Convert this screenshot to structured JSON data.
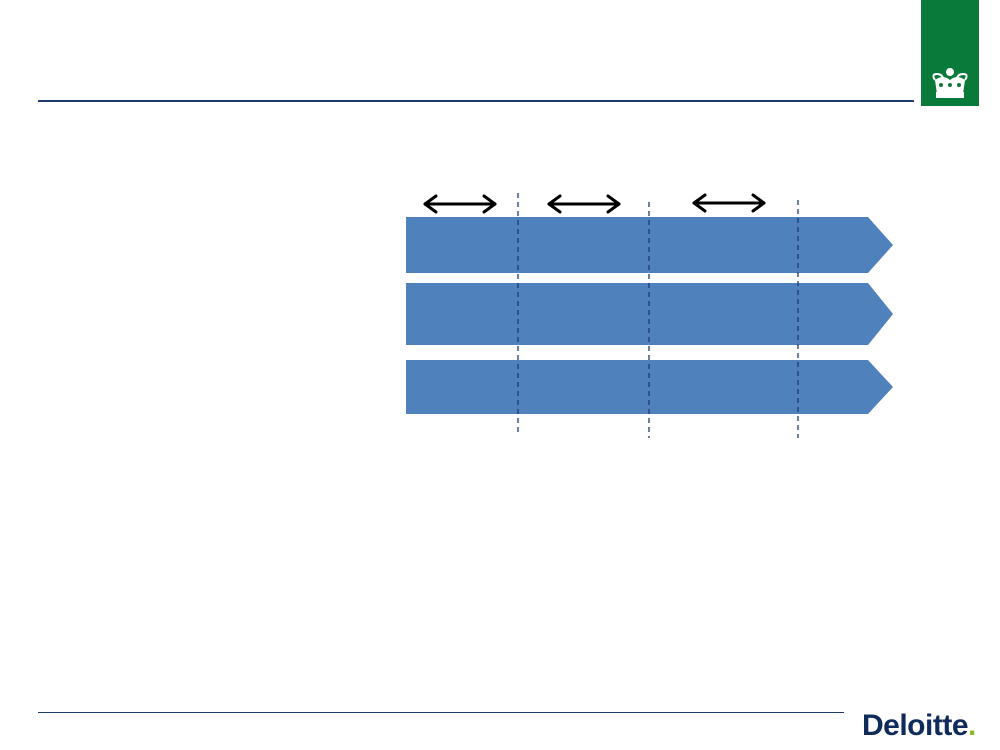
{
  "header": {
    "title_rule_color": "#1f3a6e",
    "badge": {
      "icon": "danish-crown-icon",
      "background_color": "#0a7a3b",
      "icon_color": "#ffffff"
    }
  },
  "diagram": {
    "bar_color": "#4f81bd",
    "divider_color": "#1f3a6e",
    "arrow_color": "#000000",
    "bars": [
      {
        "id": "bar-1",
        "label": ""
      },
      {
        "id": "bar-2",
        "label": ""
      },
      {
        "id": "bar-3",
        "label": ""
      }
    ],
    "dividers": 3,
    "double_arrows": 3
  },
  "footer": {
    "logo_text": "Deloitte",
    "logo_dot": ".",
    "logo_text_color": "#0f2b5b",
    "logo_dot_color": "#86bc25"
  }
}
